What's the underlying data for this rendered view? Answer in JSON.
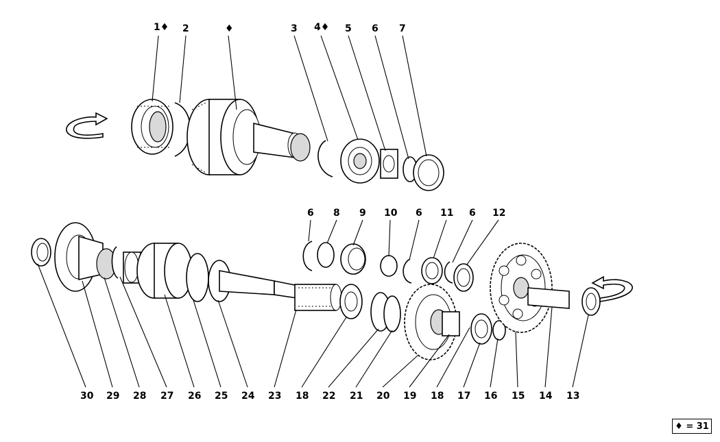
{
  "diagram": {
    "upper_labels": [
      "1♦",
      "2",
      "♦",
      "3",
      "4♦",
      "5",
      "6",
      "7"
    ],
    "middle_labels": [
      "6",
      "8",
      "9",
      "10",
      "6",
      "11",
      "6",
      "12"
    ],
    "bottom_labels": [
      "30",
      "29",
      "28",
      "27",
      "26",
      "25",
      "24",
      "23",
      "18",
      "22",
      "21",
      "20",
      "19",
      "18",
      "17",
      "16",
      "15",
      "14",
      "13"
    ],
    "legend": "♦ = 31"
  }
}
